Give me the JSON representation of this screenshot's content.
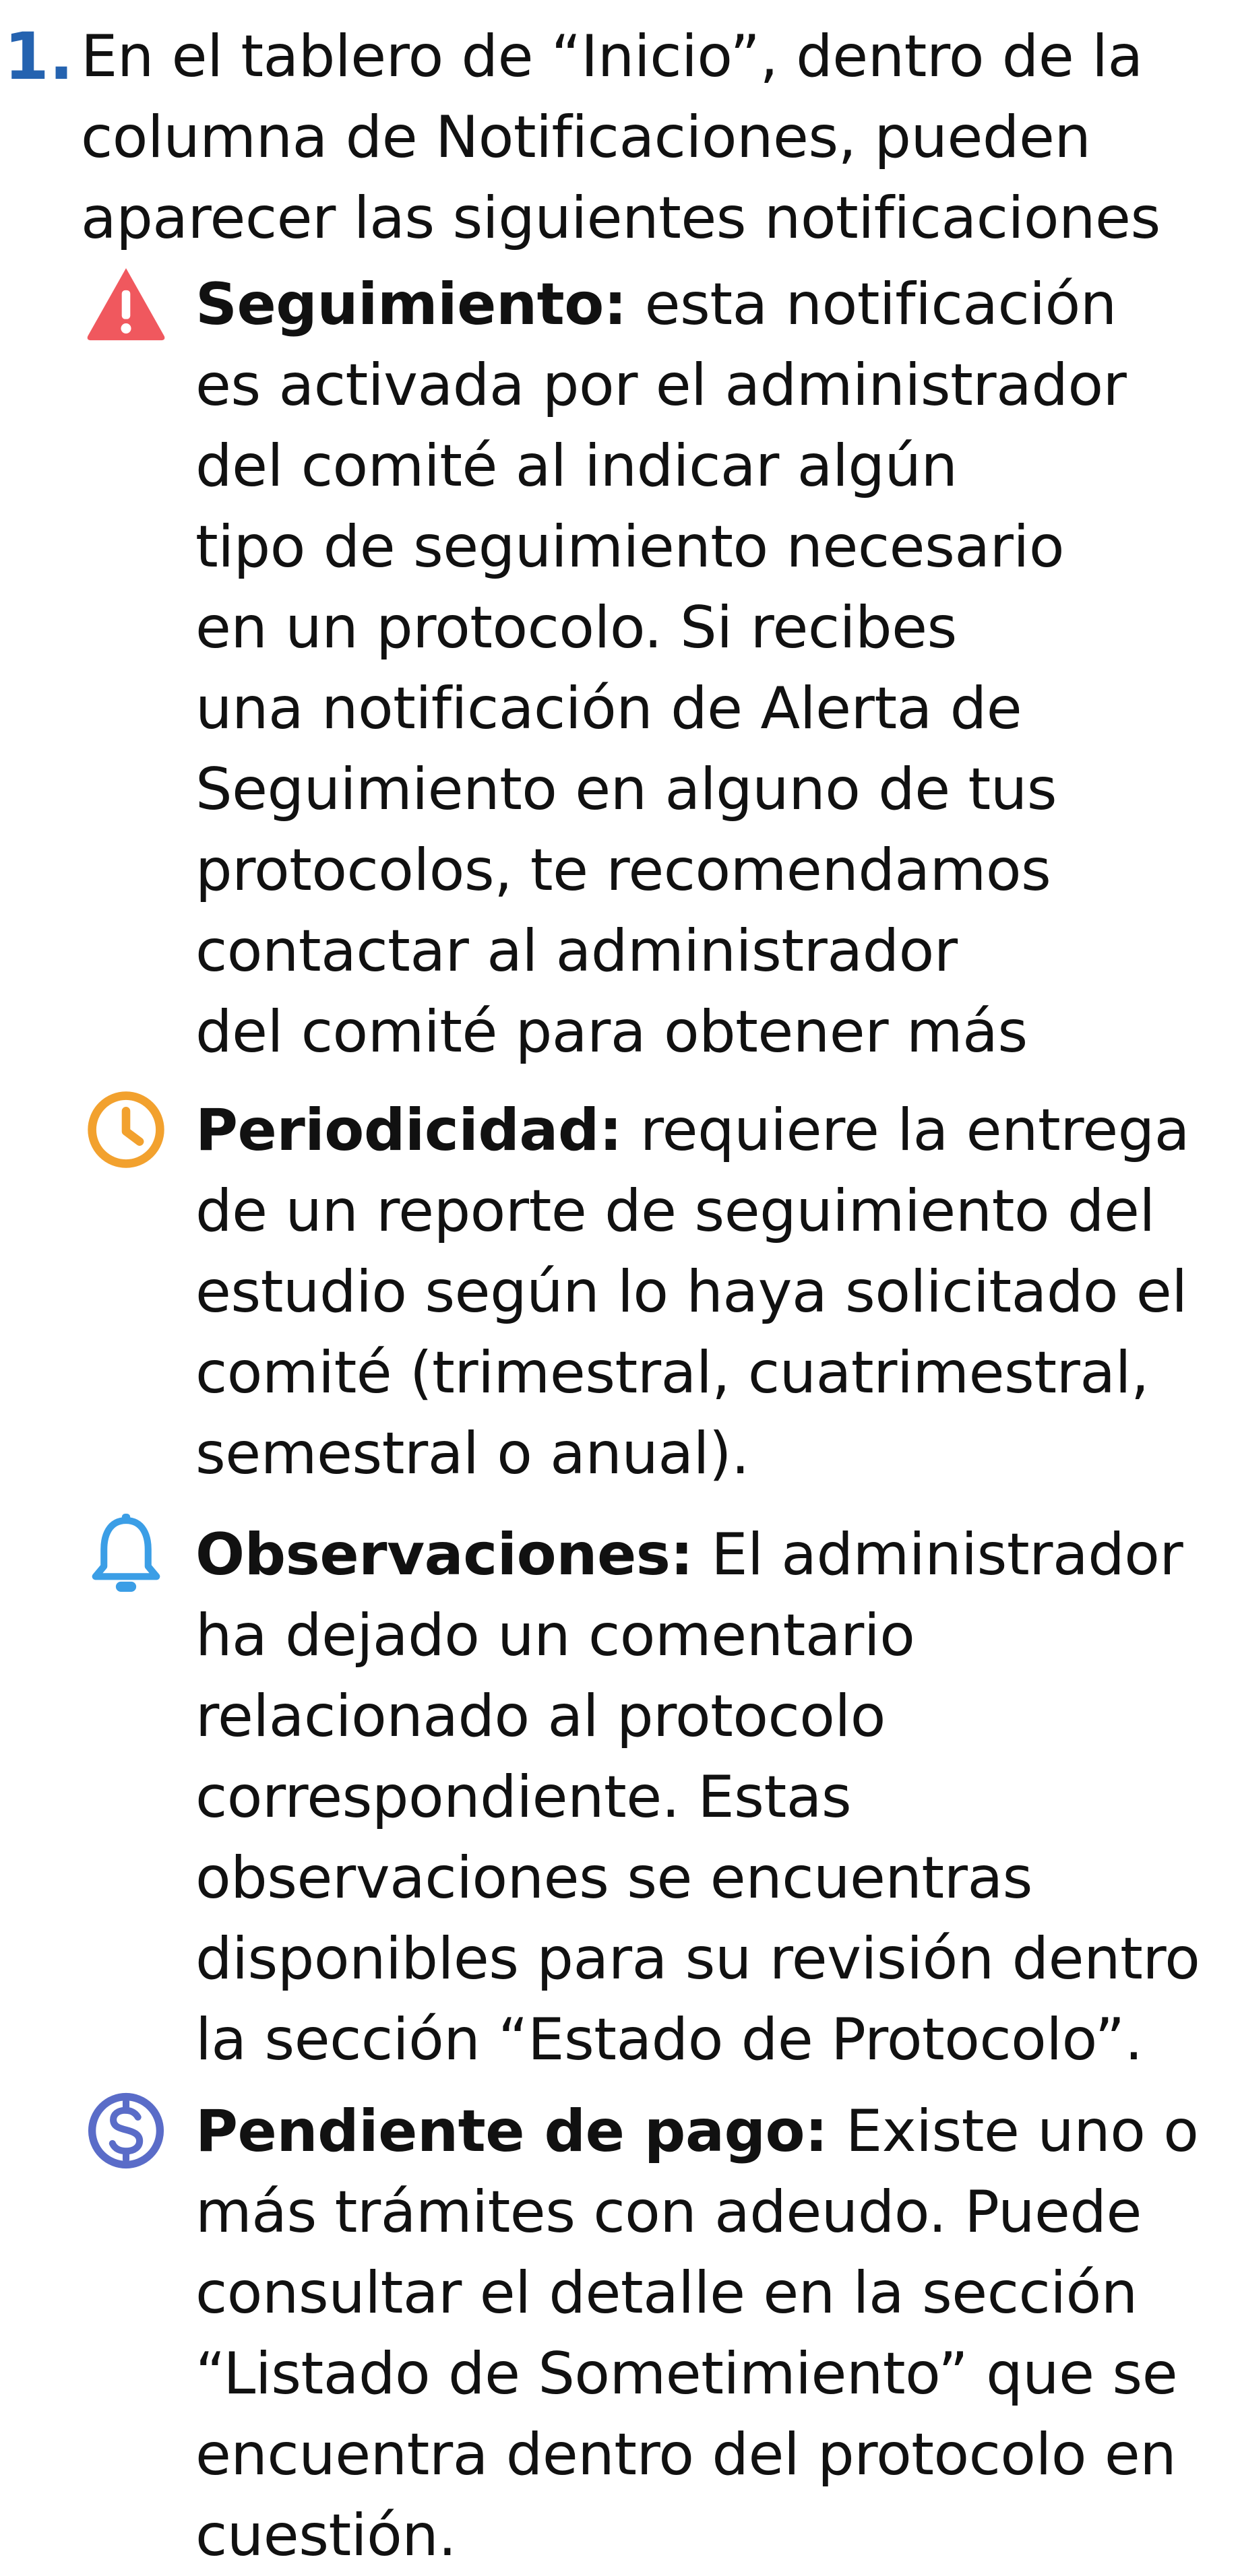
{
  "list": {
    "number": "1.",
    "intro_lines": [
      "En el tablero de “Inicio”, dentro de la",
      "columna de Notificaciones, pueden",
      "aparecer las siguientes notificaciones"
    ]
  },
  "notifications": [
    {
      "icon": "warning-triangle-icon",
      "color": "#f0585e",
      "title": "Seguimiento:",
      "first_line_rest": " esta notificación",
      "lines": [
        "es activada por el administrador",
        "del comité al indicar algún",
        "tipo de seguimiento necesario",
        "en un protocolo.  Si recibes",
        "una notificación de Alerta de",
        "Seguimiento en alguno de tus",
        "protocolos, te recomendamos",
        "contactar al administrador",
        "del comité para obtener más"
      ]
    },
    {
      "icon": "clock-icon",
      "color": "#f2a12e",
      "title": "Periodicidad:",
      "first_line_rest": " requiere la entrega",
      "lines": [
        "de un reporte de seguimiento del",
        "estudio según lo haya solicitado el",
        "comité (trimestral, cuatrimestral,",
        "semestral o anual)."
      ]
    },
    {
      "icon": "bell-icon",
      "color": "#3b9ee6",
      "title": "Observaciones:",
      "first_line_rest": " El administrador",
      "lines": [
        "ha dejado un comentario",
        "relacionado al protocolo",
        "correspondiente. Estas",
        "observaciones se encuentras",
        "disponibles para su revisión dentro",
        "la sección “Estado de Protocolo”."
      ]
    },
    {
      "icon": "dollar-circle-icon",
      "color": "#5a6cc8",
      "title": "Pendiente de pago:",
      "first_line_rest": " Existe uno o",
      "lines": [
        "más trámites con adeudo. Puede",
        "consultar el detalle en la sección",
        "“Listado de Sometimiento” que se",
        "encuentra dentro del protocolo en",
        "cuestión."
      ]
    }
  ]
}
